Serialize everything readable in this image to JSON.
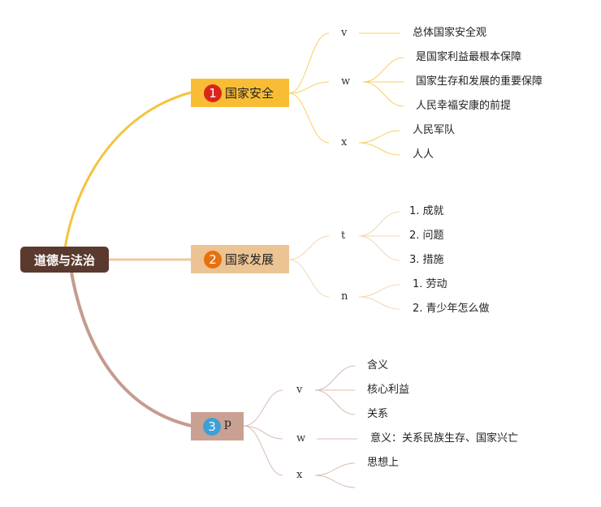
{
  "root": {
    "label": "道德与法治"
  },
  "branches": [
    {
      "number": "1",
      "label": "国家安全",
      "color": "#f5b731",
      "badge_color": "#d9261c",
      "groups": [
        {
          "label": "v",
          "items": [
            "总体国家安全观"
          ]
        },
        {
          "label": "w",
          "items": [
            "是国家利益最根本保障",
            "国家生存和发展的重要保障",
            "人民幸福安康的前提"
          ]
        },
        {
          "label": "x",
          "items": [
            "人民军队",
            "人人"
          ]
        }
      ]
    },
    {
      "number": "2",
      "label": "国家发展",
      "color": "#e8c08c",
      "badge_color": "#e8700e",
      "groups": [
        {
          "label": "t",
          "items": [
            "1. 成就",
            "2. 问题",
            "3. 措施"
          ]
        },
        {
          "label": "n",
          "items": [
            "1. 劳动",
            "2. 青少年怎么做"
          ]
        }
      ]
    },
    {
      "number": "3",
      "label": "p",
      "color": "#c9a193",
      "badge_color": "#2f9fe0",
      "groups": [
        {
          "label": "v",
          "items": [
            "含义",
            "核心利益",
            "关系"
          ]
        },
        {
          "label": "w",
          "items": [
            "意义：关系民族生存、国家兴亡"
          ]
        },
        {
          "label": "x",
          "items": [
            "思想上",
            ""
          ]
        }
      ]
    }
  ]
}
